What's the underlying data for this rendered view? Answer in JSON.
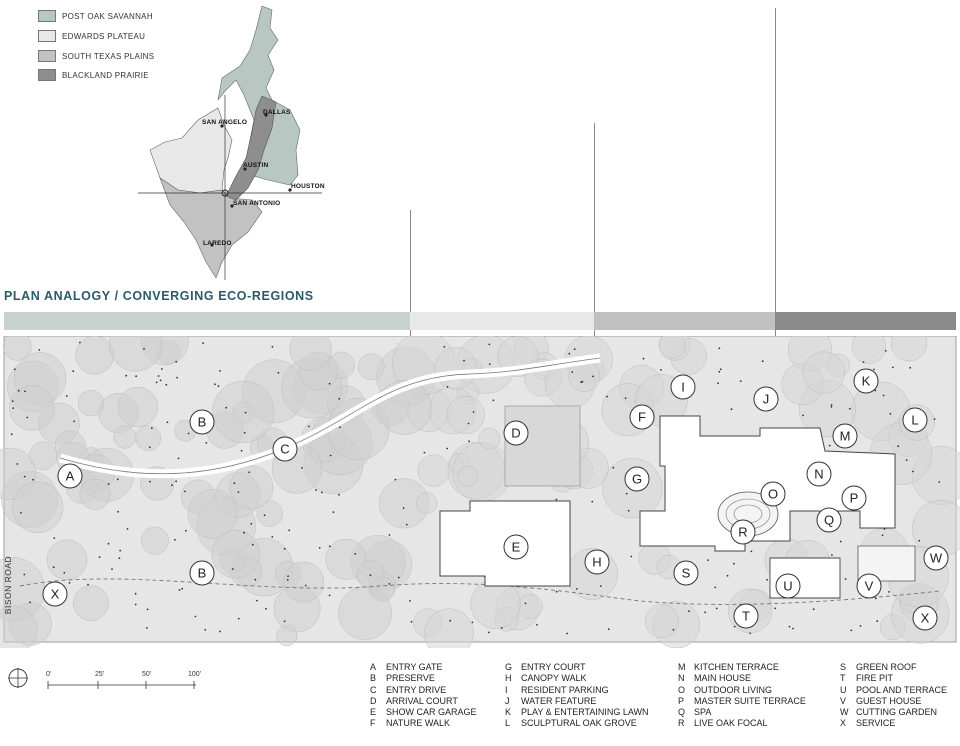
{
  "legend": [
    {
      "label": "POST OAK SAVANNAH",
      "color": "#b9c7c3"
    },
    {
      "label": "EDWARDS PLATEAU",
      "color": "#e8e8e8"
    },
    {
      "label": "SOUTH TEXAS PLAINS",
      "color": "#c2c2c2"
    },
    {
      "label": "BLACKLAND PRAIRIE",
      "color": "#8e8e8e"
    }
  ],
  "cities": [
    "SAN ANGELO",
    "DALLAS",
    "AUSTIN",
    "HOUSTON",
    "SAN ANTONIO",
    "LAREDO"
  ],
  "title": "PLAN ANALOGY / CONVERGING ECO-REGIONS",
  "road_label": "BISON ROAD",
  "band_colors": [
    "#c8d2d0",
    "#e8e8e8",
    "#c0c0c0",
    "#8a8a8a"
  ],
  "scale": [
    "0'",
    "25'",
    "50'",
    "100'"
  ],
  "markers": [
    {
      "letter": "A"
    },
    {
      "letter": "B"
    },
    {
      "letter": "B"
    },
    {
      "letter": "C"
    },
    {
      "letter": "D"
    },
    {
      "letter": "E"
    },
    {
      "letter": "F"
    },
    {
      "letter": "G"
    },
    {
      "letter": "H"
    },
    {
      "letter": "I"
    },
    {
      "letter": "J"
    },
    {
      "letter": "K"
    },
    {
      "letter": "L"
    },
    {
      "letter": "M"
    },
    {
      "letter": "N"
    },
    {
      "letter": "O"
    },
    {
      "letter": "P"
    },
    {
      "letter": "Q"
    },
    {
      "letter": "R"
    },
    {
      "letter": "S"
    },
    {
      "letter": "T"
    },
    {
      "letter": "U"
    },
    {
      "letter": "V"
    },
    {
      "letter": "W"
    },
    {
      "letter": "X"
    },
    {
      "letter": "X"
    }
  ],
  "key": [
    [
      [
        "A",
        "ENTRY GATE"
      ],
      [
        "B",
        "PRESERVE"
      ],
      [
        "C",
        "ENTRY DRIVE"
      ],
      [
        "D",
        "ARRIVAL COURT"
      ],
      [
        "E",
        "SHOW CAR GARAGE"
      ],
      [
        "F",
        "NATURE WALK"
      ]
    ],
    [
      [
        "G",
        "ENTRY COURT"
      ],
      [
        "H",
        "CANOPY WALK"
      ],
      [
        "I",
        "RESIDENT PARKING"
      ],
      [
        "J",
        "WATER FEATURE"
      ],
      [
        "K",
        "PLAY & ENTERTAINING LAWN"
      ],
      [
        "L",
        "SCULPTURAL OAK GROVE"
      ]
    ],
    [
      [
        "M",
        "KITCHEN TERRACE"
      ],
      [
        "N",
        "MAIN HOUSE"
      ],
      [
        "O",
        "OUTDOOR LIVING"
      ],
      [
        "P",
        "MASTER SUITE TERRACE"
      ],
      [
        "Q",
        "SPA"
      ],
      [
        "R",
        "LIVE OAK FOCAL"
      ]
    ],
    [
      [
        "S",
        "GREEN ROOF"
      ],
      [
        "T",
        "FIRE PIT"
      ],
      [
        "U",
        "POOL AND TERRACE"
      ],
      [
        "V",
        "GUEST HOUSE"
      ],
      [
        "W",
        "CUTTING GARDEN"
      ],
      [
        "X",
        "SERVICE"
      ]
    ]
  ]
}
